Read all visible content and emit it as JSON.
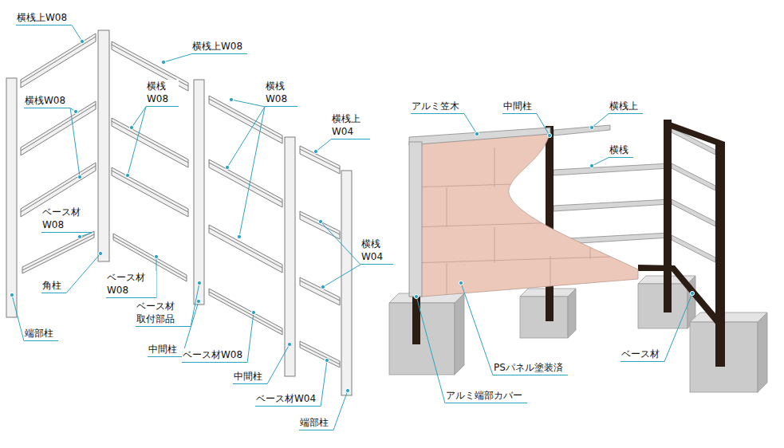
{
  "diagram": {
    "labels": [
      "横桟上W08",
      "横桟W08",
      "ベース材 W08",
      "角柱",
      "端部柱",
      "横桟上W08",
      "横桟 W08",
      "ベース材 W08",
      "ベース材 取付部品",
      "中間柱",
      "横桟 W08",
      "ベース材W08",
      "横桟上 W04",
      "横桟 W04",
      "中間柱",
      "ベース材W04",
      "端部柱",
      "アルミ笠木",
      "中間柱",
      "横桟上",
      "横桟",
      "ベース材",
      "PSパネル塗装済",
      "アルミ端部カバー"
    ]
  }
}
